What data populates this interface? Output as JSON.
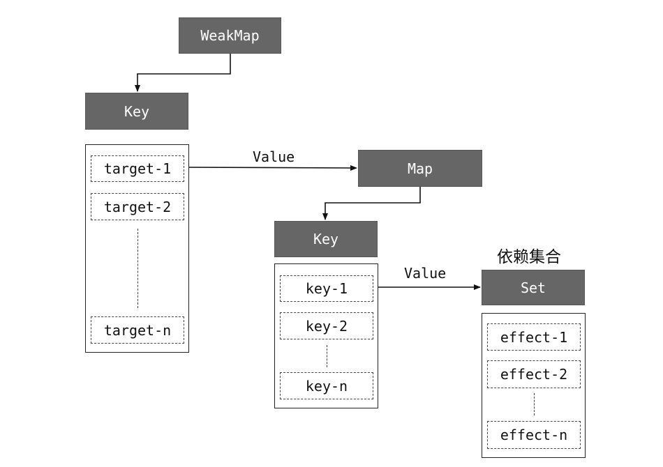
{
  "weakmap": {
    "label": "WeakMap"
  },
  "level1": {
    "key_label": "Key",
    "items": [
      "target-1",
      "target-2",
      "target-n"
    ],
    "value_label": "Value"
  },
  "map": {
    "label": "Map"
  },
  "level2": {
    "key_label": "Key",
    "items": [
      "key-1",
      "key-2",
      "key-n"
    ],
    "value_label": "Value"
  },
  "set": {
    "caption": "依赖集合",
    "label": "Set",
    "items": [
      "effect-1",
      "effect-2",
      "effect-n"
    ]
  },
  "colors": {
    "box_fill": "#666666",
    "box_text": "#ffffff",
    "line": "#111111"
  }
}
